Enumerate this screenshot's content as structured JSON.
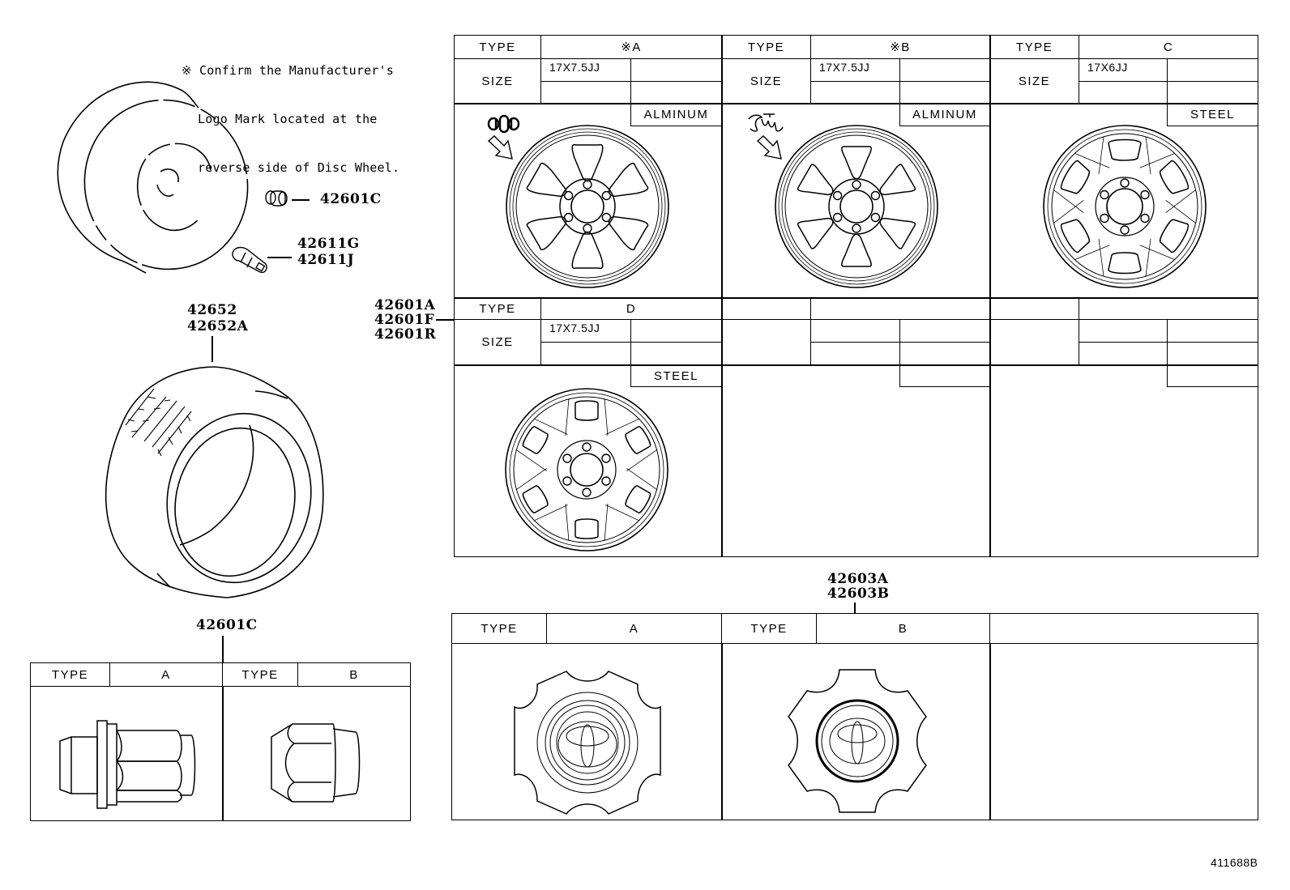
{
  "note": {
    "line1": "※ Confirm the Manufacturer's",
    "line2": "Logo Mark located at the",
    "line3": "reverse side of Disc Wheel."
  },
  "part_numbers": {
    "valve_core": "42601C",
    "valve_1": "42611G",
    "valve_2": "42611J",
    "tire_1": "42652",
    "tire_2": "42652A",
    "wheel_1": "42601A",
    "wheel_2": "42601F",
    "wheel_3": "42601R",
    "nut": "42601C",
    "ornament_1": "42603A",
    "ornament_2": "42603B"
  },
  "wheel_table": {
    "type_label": "TYPE",
    "size_label": "SIZE",
    "columns": [
      {
        "type": "※A",
        "size": "17X7.5JJ",
        "material": "ALMINUM",
        "logo": "mark-a"
      },
      {
        "type": "※B",
        "size": "17X7.5JJ",
        "material": "ALMINUM",
        "logo": "mark-b"
      },
      {
        "type": "C",
        "size": "17X6JJ",
        "material": "STEEL"
      },
      {
        "type": "D",
        "size": "17X7.5JJ",
        "material": "STEEL"
      }
    ]
  },
  "nut_table": {
    "type_label": "TYPE",
    "columns": [
      {
        "type": "A"
      },
      {
        "type": "B"
      }
    ]
  },
  "ornament_table": {
    "type_label": "TYPE",
    "columns": [
      {
        "type": "A"
      },
      {
        "type": "B"
      }
    ]
  },
  "drawing_code": "411688B"
}
